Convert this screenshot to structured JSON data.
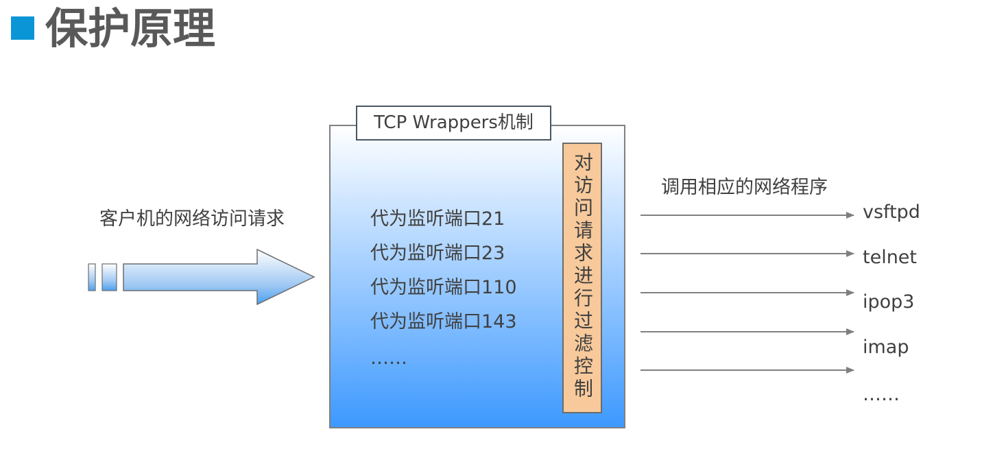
{
  "title": "保护原理",
  "client_label": "客户机的网络访问请求",
  "mechanism_title": "TCP Wrappers机制",
  "ports": [
    "代为监听端口21",
    "代为监听端口23",
    "代为监听端口110",
    "代为监听端口143",
    "……"
  ],
  "filter_label": "对访问请求进行过滤控制",
  "call_label": "调用相应的网络程序",
  "programs": [
    "vsftpd",
    "telnet",
    "ipop3",
    "imap",
    "……"
  ],
  "colors": {
    "accent": "#0a96d6",
    "box_gradient_top": "#ffffff",
    "box_gradient_bottom": "#3d99ff",
    "filter_fill": "#f7c99b",
    "arrow_line": "#7f7f7f"
  }
}
